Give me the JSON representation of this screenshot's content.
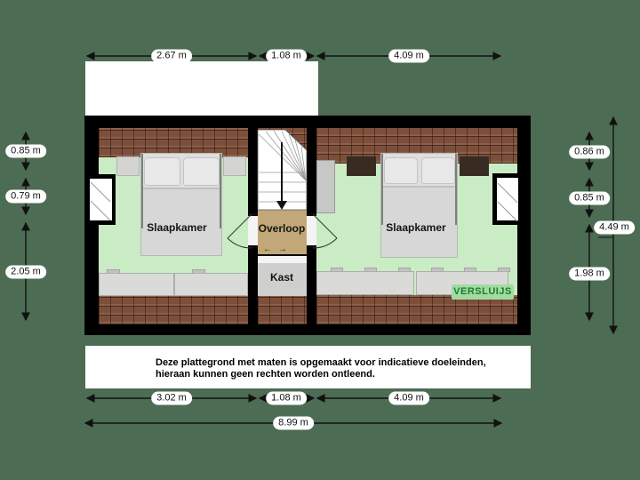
{
  "page": {
    "background_color": "#4c6c53",
    "band_color": "#ffffff"
  },
  "floor_plan": {
    "rooms": {
      "left_bedroom": {
        "label": "Slaapkamer"
      },
      "landing": {
        "label": "Overloop"
      },
      "closet": {
        "label": "Kast"
      },
      "right_bedroom": {
        "label": "Slaapkamer"
      }
    },
    "branding": {
      "label": "VERSLUIJS",
      "text_color": "#1e7b2d",
      "background_color": "#a2dba2"
    },
    "colors": {
      "wall": "#000000",
      "floor": "#c9ecc4",
      "landing_floor": "#c2a878",
      "closet_floor": "#cfcfcd",
      "roof_tiles": "#7d4f3a"
    },
    "icons": {
      "stairs_down_arrow": "stairs-direction-down",
      "closet_slide_left": "←",
      "closet_slide_right": "→"
    }
  },
  "dimensions": {
    "top": [
      {
        "label": "2.67 m"
      },
      {
        "label": "1.08 m"
      },
      {
        "label": "4.09 m"
      }
    ],
    "bottom_row1": [
      {
        "label": "3.02 m"
      },
      {
        "label": "1.08 m"
      },
      {
        "label": "4.09 m"
      }
    ],
    "bottom_total": {
      "label": "8.99 m"
    },
    "left": [
      {
        "label": "0.85 m"
      },
      {
        "label": "0.79 m"
      },
      {
        "label": "2.05 m"
      }
    ],
    "right": [
      {
        "label": "0.86 m"
      },
      {
        "label": "0.85 m"
      },
      {
        "label": "1.98 m"
      }
    ],
    "right_total": {
      "label": "4.49 m"
    }
  },
  "disclaimer": {
    "line1": "Deze plattegrond met maten is opgemaakt voor indicatieve doeleinden,",
    "line2": "hieraan kunnen geen rechten worden ontleend."
  }
}
